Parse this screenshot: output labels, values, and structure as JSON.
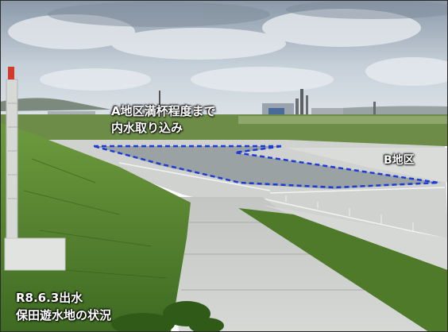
{
  "annotations": {
    "area_a_line1": "A地区満杯程度まで",
    "area_a_line2": "内水取り込み",
    "area_b": "B地区",
    "caption_line1": "R8.6.3出水",
    "caption_line2": "保田遊水地の状況"
  },
  "colors": {
    "outline": "#1d3bd6",
    "label_text": "#ffffff",
    "grass": "#4f7a2a",
    "concrete": "#c9ccc8",
    "sky": "#c2ccd5"
  }
}
